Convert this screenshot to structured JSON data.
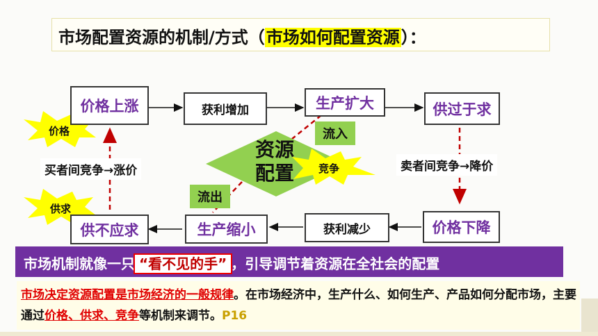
{
  "title": {
    "prefix": "市场配置资源的机制/方式（",
    "highlight": "市场如何配置资源",
    "suffix": "）："
  },
  "nodes": {
    "price_up": "价格上涨",
    "profit_up": "获利增加",
    "production_expand": "生产扩大",
    "supply_exceeds": "供过于求",
    "price_down": "价格下降",
    "profit_down": "获利减少",
    "production_shrink": "生产缩小",
    "supply_short": "供不应求"
  },
  "center": {
    "line1": "资源",
    "line2": "配置"
  },
  "tags": {
    "inflow": "流入",
    "outflow": "流出"
  },
  "side_labels": {
    "buyer_competition": "买者间竞争→涨价",
    "seller_competition": "卖者间竞争→降价"
  },
  "bursts": {
    "price": "价格",
    "supply_demand": "供求",
    "competition": "竞争"
  },
  "banner": {
    "prefix": "市场机制就像一只",
    "highlight": "“看不见的手”",
    "suffix": "，引导调节着资源在全社会的配置"
  },
  "note": {
    "red1": "市场决定资源配置是市场经济的一般规律",
    "text1": "。在市场经济中，生产什么、如何生产、产品如何分配市场，主要通过",
    "red2": "价格、供求、竞争",
    "text2": "等机制来调节。",
    "page": "P16"
  },
  "colors": {
    "purple": "#7030a0",
    "green": "#92d050",
    "burst": "#ffff00",
    "red": "#e00000"
  }
}
